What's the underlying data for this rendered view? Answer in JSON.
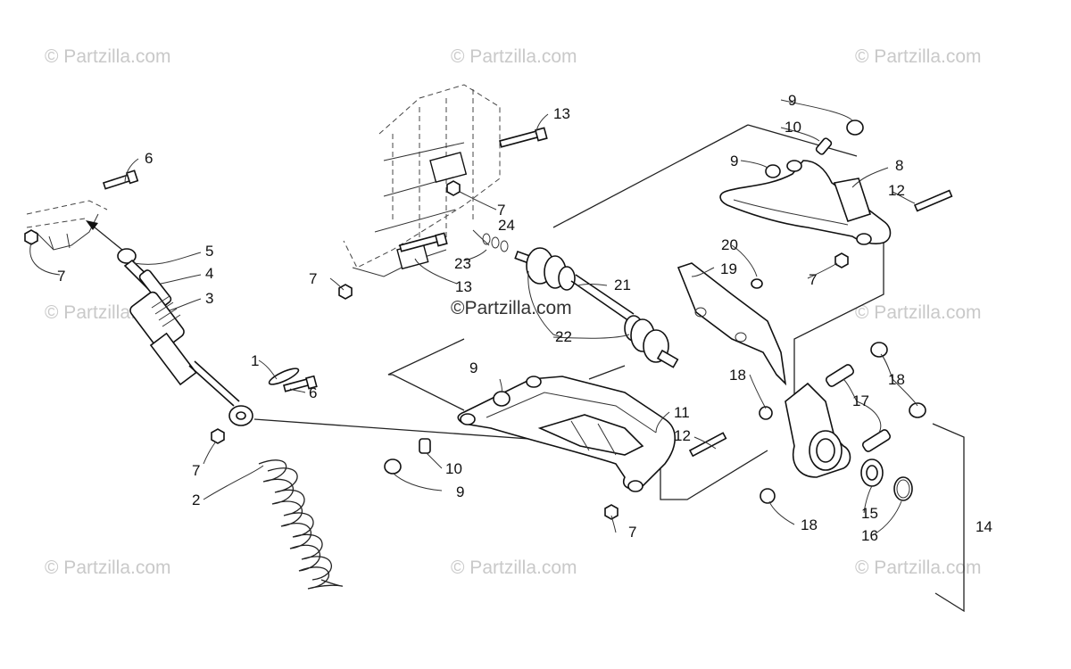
{
  "watermarks": {
    "brand": "© Partzilla.com",
    "center": "©Partzilla.com"
  },
  "callouts": {
    "c1": "1",
    "c2": "2",
    "c3": "3",
    "c4": "4",
    "c5": "5",
    "c6": "6",
    "c7": "7",
    "c8": "8",
    "c9": "9",
    "c10": "10",
    "c11": "11",
    "c12": "12",
    "c13": "13",
    "c14": "14",
    "c15": "15",
    "c16": "16",
    "c17": "17",
    "c18": "18",
    "c19": "19",
    "c20": "20",
    "c21": "21",
    "c22": "22",
    "c23": "23",
    "c24": "24"
  }
}
